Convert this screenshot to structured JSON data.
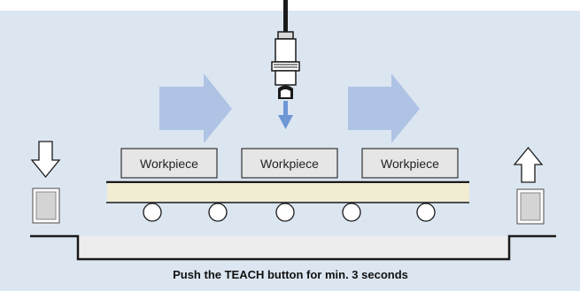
{
  "diagram": {
    "workpieces": [
      {
        "label": "Workpiece"
      },
      {
        "label": "Workpiece"
      },
      {
        "label": "Workpiece"
      }
    ],
    "caption": "Push the TEACH button for min. 3 seconds",
    "colors": {
      "background": "#dce6f1",
      "flow_arrow": "#afc3e4",
      "detect_arrow": "#6f97d6",
      "conveyor_belt": "#f1edd2",
      "workpiece_fill": "#e6e6e6"
    },
    "icons": {
      "sensor": "photoelectric-sensor-icon",
      "flow": "right-arrow-icon",
      "press": "down-arrow-icon",
      "release": "up-arrow-icon"
    }
  }
}
